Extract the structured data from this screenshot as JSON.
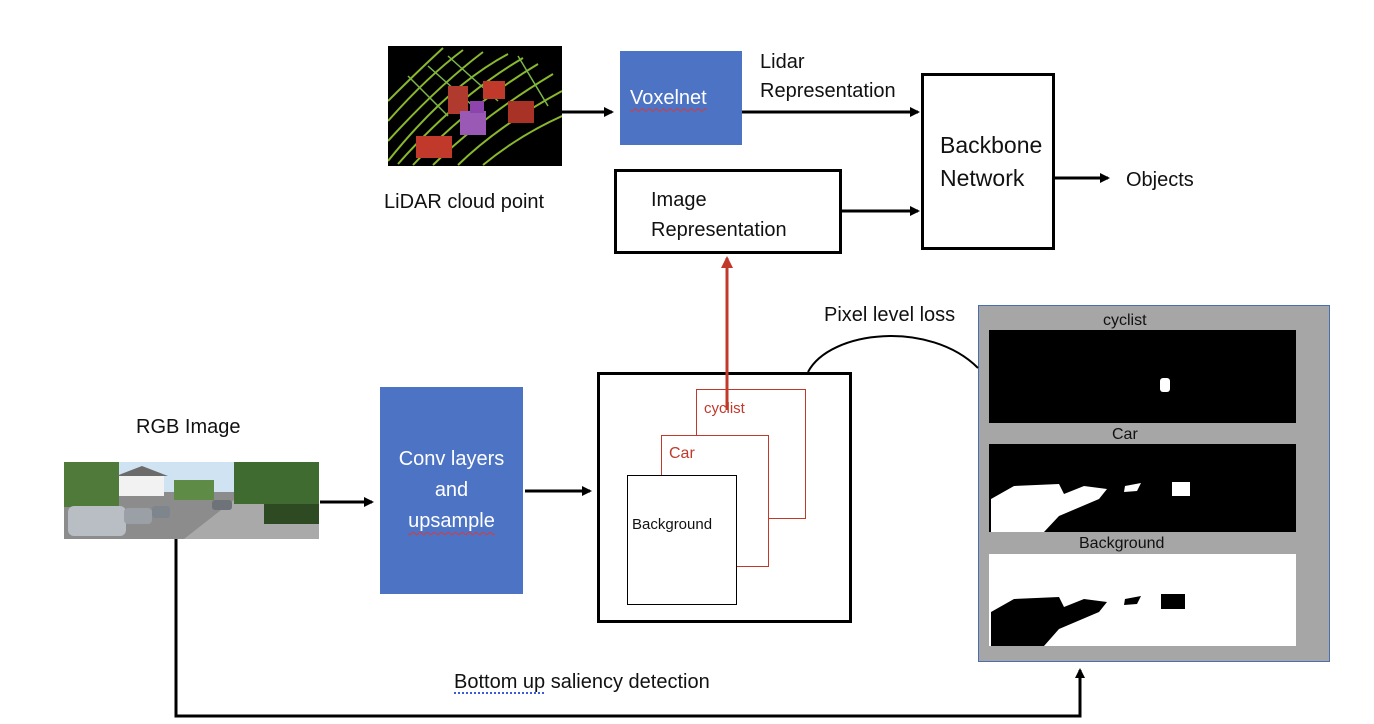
{
  "lidar": {
    "label": "LiDAR cloud point"
  },
  "voxelnet": {
    "label": "Voxelnet"
  },
  "lidar_repr": {
    "line1": "Lidar",
    "line2": "Representation"
  },
  "image_repr": {
    "line1": "Image",
    "line2": "Representation"
  },
  "backbone": {
    "line1": "Backbone",
    "line2": "Network"
  },
  "output": {
    "label": "Objects"
  },
  "rgb": {
    "label": "RGB Image"
  },
  "conv": {
    "line1": "Conv layers",
    "line2": "and",
    "line3": "upsample"
  },
  "masks": {
    "background": "Background",
    "car": "Car",
    "cyclist": "cyclist"
  },
  "loss": {
    "label": "Pixel level loss"
  },
  "gt_panels": {
    "cyclist": "cyclist",
    "car": "Car",
    "background": "Background"
  },
  "saliency": {
    "word1": "Bottom up",
    "word2": "saliency detection"
  },
  "colors": {
    "conv_blue": "#4d73c4",
    "mask_red": "#c0392b",
    "red_arrow": "#c0392b",
    "panel_gray": "#a6a6a6"
  }
}
